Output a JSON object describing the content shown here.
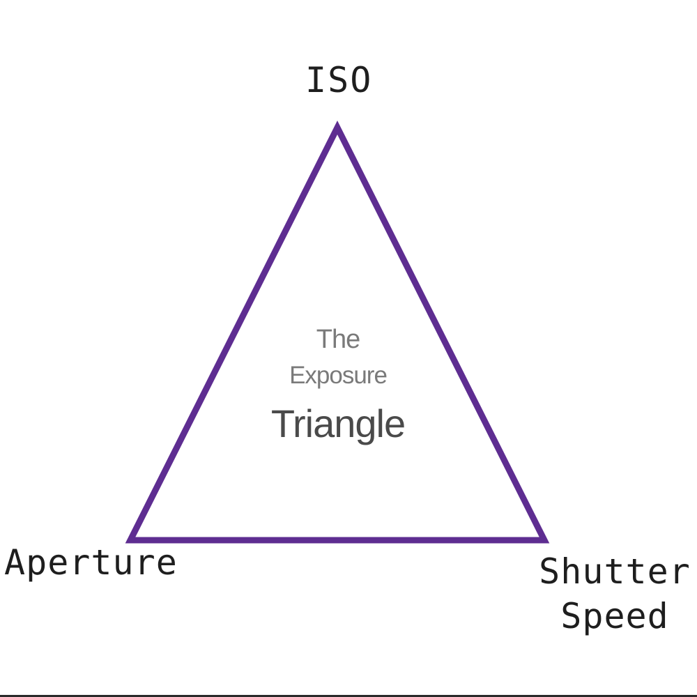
{
  "diagram": {
    "vertices": {
      "top": "ISO",
      "bottom_left": "Aperture",
      "bottom_right_line1": "Shutter",
      "bottom_right_line2": "Speed"
    },
    "center_title": {
      "line1": "The",
      "line2": "Exposure",
      "line3": "Triangle"
    },
    "colors": {
      "triangle_stroke": "#5e2d91",
      "label_text": "#1e1e1e",
      "title_light": "#7a7a7a",
      "title_dark": "#4a4a4a",
      "background": "#ffffff"
    }
  }
}
